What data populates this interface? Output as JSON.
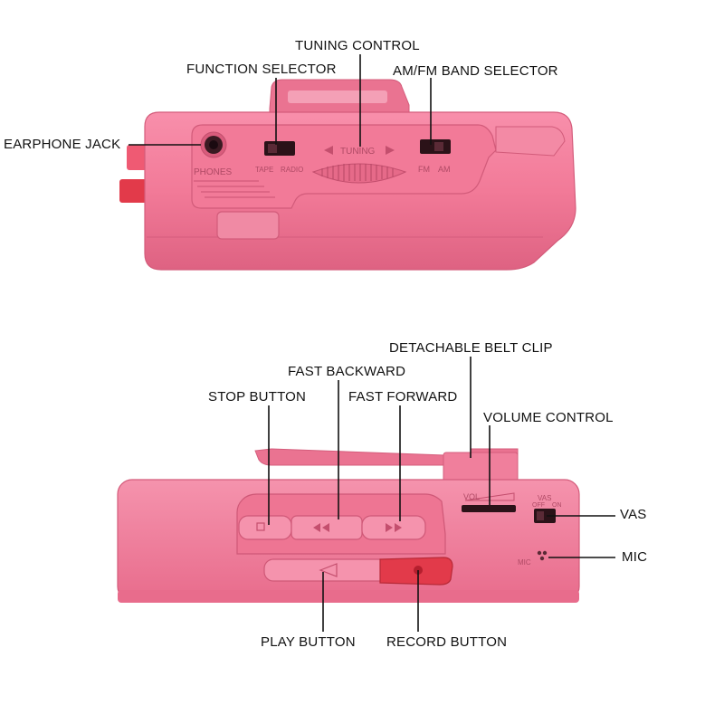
{
  "colors": {
    "body": "#f27a98",
    "body_dark": "#d95c7c",
    "body_light": "#f89ab2",
    "accent_red": "#e23a4a",
    "leader": "#111111"
  },
  "labels": {
    "tuning_control": "TUNING CONTROL",
    "function_selector": "FUNCTION SELECTOR",
    "am_fm_band_selector": "AM/FM BAND SELECTOR",
    "earphone_jack": "EARPHONE JACK",
    "detachable_belt_clip": "DETACHABLE BELT CLIP",
    "fast_backward": "FAST BACKWARD",
    "stop_button": "STOP BUTTON",
    "fast_forward": "FAST FORWARD",
    "volume_control": "VOLUME CONTROL",
    "vas": "VAS",
    "mic": "MIC",
    "play_button": "PLAY BUTTON",
    "record_button": "RECORD BUTTON"
  },
  "embossed": {
    "phones": "PHONES",
    "tape": "TAPE",
    "radio": "RADIO",
    "tuning": "TUNING",
    "fm": "FM",
    "am": "AM",
    "vol": "VOL",
    "vas": "VAS",
    "off": "OFF",
    "on": "ON",
    "mic": "MIC"
  }
}
